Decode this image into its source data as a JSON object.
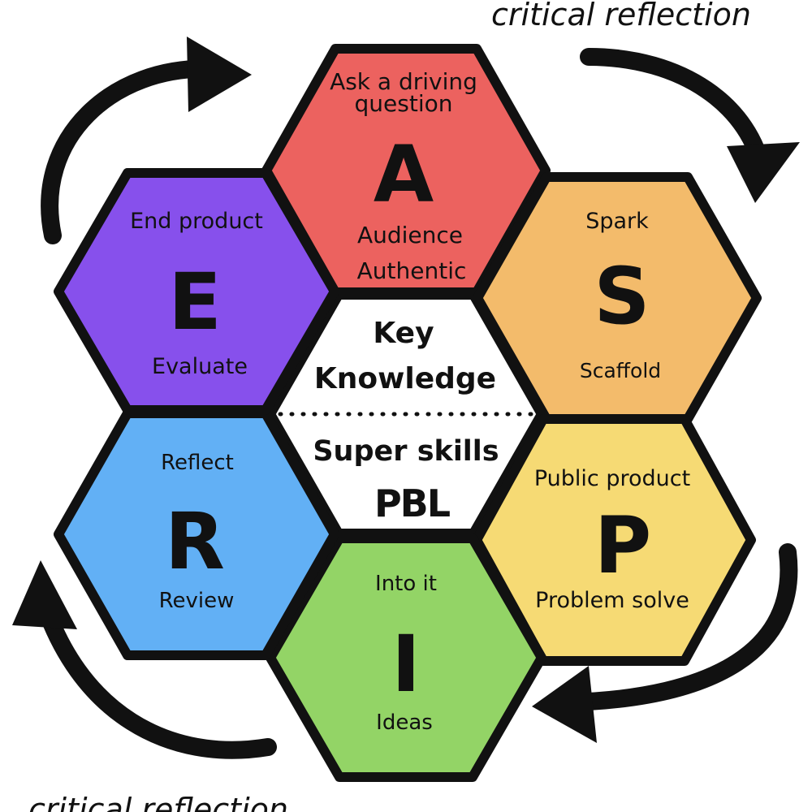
{
  "captions": {
    "top_right": "critical reflection",
    "bottom_left": "critical reflection"
  },
  "hexagons": {
    "A": {
      "letter": "A",
      "top": [
        "Ask a driving",
        "question"
      ],
      "bottom": [
        "Audience",
        "Authentic"
      ],
      "color": "#ec625f"
    },
    "S": {
      "letter": "S",
      "top": [
        "Spark"
      ],
      "bottom": [
        "Scaffold"
      ],
      "color": "#f3bb6b"
    },
    "P": {
      "letter": "P",
      "top": [
        "Public product"
      ],
      "bottom": [
        "Problem solve"
      ],
      "color": "#f6da74"
    },
    "I": {
      "letter": "I",
      "top": [
        "Into it"
      ],
      "bottom": [
        "Ideas"
      ],
      "color": "#93d466"
    },
    "R": {
      "letter": "R",
      "top": [
        "Reflect"
      ],
      "bottom": [
        "Review"
      ],
      "color": "#62b0f5"
    },
    "E": {
      "letter": "E",
      "top": [
        "End product"
      ],
      "bottom": [
        "Evaluate"
      ],
      "color": "#8750ec"
    }
  },
  "center": {
    "upper": [
      "Key",
      "Knowledge"
    ],
    "lower": "Super skills",
    "logo": "PBL",
    "color": "#ffffff"
  },
  "stroke_color": "#111111"
}
